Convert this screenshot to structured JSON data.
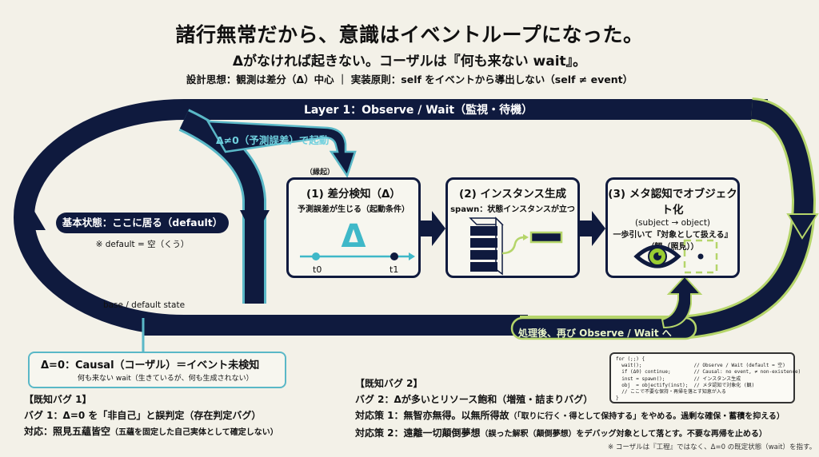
{
  "header": {
    "title": "諸行無常だから、意識はイベントループになった。",
    "subtitle": "Δがなければ起きない。コーザルは『何も来ない wait』。",
    "principle": "設計思想：観測は差分（Δ）中心 ｜ 実装原則：self をイベントから導出しない（self ≠ event）"
  },
  "loop": {
    "layer_label": "Layer 1：Observe / Wait（監視・待機）",
    "trigger_label": "Δ≠0（予測誤差）で起動",
    "engi_label": "（縁起）",
    "after_label": "処理後、再び Observe / Wait へ",
    "default_pill": "基本状態：ここに居る（default）",
    "default_note": "※ default = 空（くう）",
    "base_label": "base / default state"
  },
  "steps": [
    {
      "title": "(1) 差分検知（Δ）",
      "desc": "予測誤差が生じる（起動条件）",
      "symbol": "Δ",
      "t0": "t0",
      "t1": "t1"
    },
    {
      "title": "(2) インスタンス生成",
      "desc": "spawn：状態インスタンスが立つ"
    },
    {
      "title": "(3) メタ認知でオブジェクト化",
      "desc_lines": [
        "(subject → object)",
        "一歩引いて『対象として扱える』",
        "（観（照見））"
      ]
    }
  ],
  "callout": {
    "main": "Δ=0：Causal（コーザル）＝イベント未検知",
    "sub": "何も来ない wait（生きているが、何も生成されない）"
  },
  "bug1": {
    "heading": "【既知バグ 1】",
    "line1": "バグ 1：Δ=0 を「非自己」と誤判定（存在判定バグ）",
    "line2_main": "対応：照見五蘊皆空",
    "line2_note": "（五蘊を固定した自己実体として確定しない）"
  },
  "bug2": {
    "heading": "【既知バグ 2】",
    "line1": "バグ 2：Δが多いとリソース飽和（増殖・詰まりバグ）",
    "line2_main": "対応策 1：無智亦無得。以無所得故",
    "line2_note": "（「取りに行く・得として保持する」をやめる。過剰な確保・蓄積を抑える）",
    "line3_main": "対応策 2：遠離一切顛倒夢想",
    "line3_note": "（誤った解釈（顛倒夢想）をデバッグ対象として落とす。不要な再帰を止める）"
  },
  "code": {
    "lines": [
      "for (;;) {",
      "  wait();                  // Observe / Wait (default = 空)",
      "  if (Δ0) continue;        // Causal: no event, ≠ non-existence)",
      "  inst = spawn();          // インスタンス生成",
      "  obj  = objectify(inst);  // メタ認知で対象化 (観)",
      "  // ここで不要な保持・再帰を落とす知恵が入る",
      "}"
    ]
  },
  "footnote": "※ コーザルは『工程』ではなく、Δ=0 の既定状態（wait）を指す。",
  "colors": {
    "navy": "#0f1a3e",
    "teal": "#5ab8c7",
    "lime": "#b5d56a",
    "background": "#f3f1e8"
  }
}
